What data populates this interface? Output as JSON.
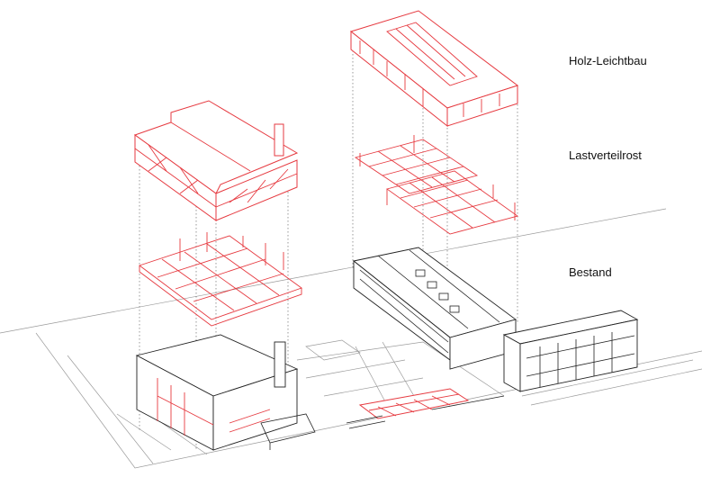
{
  "labels": {
    "top_layer": "Holz-Leichtbau",
    "middle_layer": "Lastverteilrost",
    "bottom_layer": "Bestand"
  },
  "colors": {
    "new_construction": "#e63a40",
    "existing": "#222222",
    "context": "#9a9a9a"
  }
}
